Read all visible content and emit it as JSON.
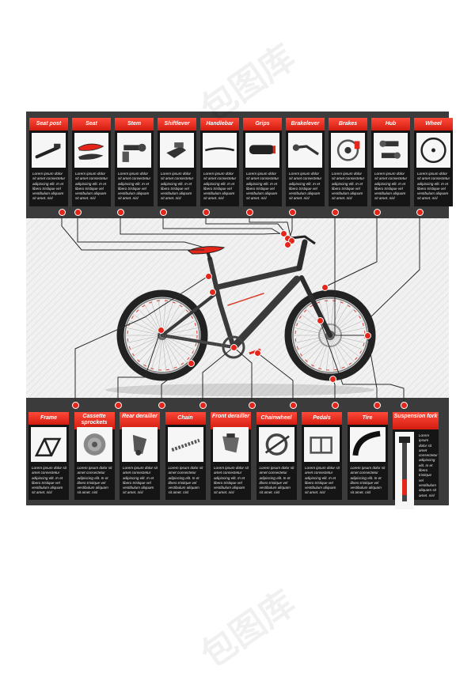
{
  "top_components": [
    {
      "id": "seat-post",
      "label": "Seat post",
      "text": "Lorem ipsum dolor sit amet consectetur adipiscing elit. In et libero tristique vel vestibulum aliquam sit amet. nisl"
    },
    {
      "id": "seat",
      "label": "Seat",
      "text": "Lorem ipsum dolor sit amet consectetur adipiscing elit. In et libero tristique vel vestibulum aliquam sit amet. nisl"
    },
    {
      "id": "stem",
      "label": "Stem",
      "text": "Lorem ipsum dolor sit amet consectetur adipiscing elit. In et libero tristique vel vestibulum aliquam sit amet. nisl"
    },
    {
      "id": "shiftlever",
      "label": "Shiftlever",
      "text": "Lorem ipsum dolor sit amet consectetur adipiscing elit. In et libero tristique vel vestibulum aliquam sit amet. nisl"
    },
    {
      "id": "handlebar",
      "label": "Handlebar",
      "text": "Lorem ipsum dolor sit amet consectetur adipiscing elit. In et libero tristique vel vestibulum aliquam sit amet. nisl"
    },
    {
      "id": "grips",
      "label": "Grips",
      "text": "Lorem ipsum dolor sit amet consectetur adipiscing elit. In et libero tristique vel vestibulum aliquam sit amet. nisl"
    },
    {
      "id": "brakelever",
      "label": "Brakelever",
      "text": "Lorem ipsum dolor sit amet consectetur adipiscing elit. In et libero tristique vel vestibulum aliquam sit amet. nisl"
    },
    {
      "id": "brakes",
      "label": "Brakes",
      "text": "Lorem ipsum dolor sit amet consectetur adipiscing elit. In et libero tristique vel vestibulum aliquam sit amet. nisl"
    },
    {
      "id": "hub",
      "label": "Hub",
      "text": "Lorem ipsum dolor sit amet consectetur adipiscing elit. In et libero tristique vel vestibulum aliquam sit amet. nisl"
    },
    {
      "id": "wheel",
      "label": "Wheel",
      "text": "Lorem ipsum dolor sit amet consectetur adipiscing elit. In et libero tristique vel vestibulum aliquam sit amet. nisl"
    }
  ],
  "bottom_components": [
    {
      "id": "frame",
      "label": "Frame",
      "text": "Lorem ipsum dolor sit amet consectetur adipiscing elit. In et libero tristique vel vestibulum aliquam sit amet. nisl"
    },
    {
      "id": "cassette-sprockets",
      "label": "Cassette sprockets",
      "text": "Lorem ipsum dolor sit amet consectetur adipiscing elit. In et libero tristique vel vestibulum aliquam sit amet. nisl"
    },
    {
      "id": "rear-derailler",
      "label": "Rear derailler",
      "text": "Lorem ipsum dolor sit amet consectetur adipiscing elit. In et libero tristique vel vestibulum aliquam sit amet. nisl"
    },
    {
      "id": "chain",
      "label": "Chain",
      "text": "Lorem ipsum dolor sit amet consectetur adipiscing elit. In et libero tristique vel vestibulum aliquam sit amet. nisl"
    },
    {
      "id": "front-derailler",
      "label": "Front derailler",
      "text": "Lorem ipsum dolor sit amet consectetur adipiscing elit. In et libero tristique vel vestibulum aliquam sit amet. nisl"
    },
    {
      "id": "chainwheel",
      "label": "Chainwheel",
      "text": "Lorem ipsum dolor sit amet consectetur adipiscing elit. In et libero tristique vel vestibulum aliquam sit amet. nisl"
    },
    {
      "id": "pedals",
      "label": "Pedals",
      "text": "Lorem ipsum dolor sit amet consectetur adipiscing elit. In et libero tristique vel vestibulum aliquam sit amet. nisl"
    },
    {
      "id": "tire",
      "label": "Tire",
      "text": "Lorem ipsum dolor sit amet consectetur adipiscing elit. In et libero tristique vel vestibulum aliquam sit amet. nisl"
    },
    {
      "id": "suspension-fork",
      "label": "Suspension fork",
      "text": "Lorem ipsum dolor sit amet consectetur adipiscing elit. In et libero tristique vel vestibulum aliquam sit amet. nisl"
    }
  ],
  "colors": {
    "accent": "#e4251a",
    "card": "#151515",
    "band": "#3b3b3b",
    "connector": "#2a2a2a"
  },
  "watermark": "包图库"
}
